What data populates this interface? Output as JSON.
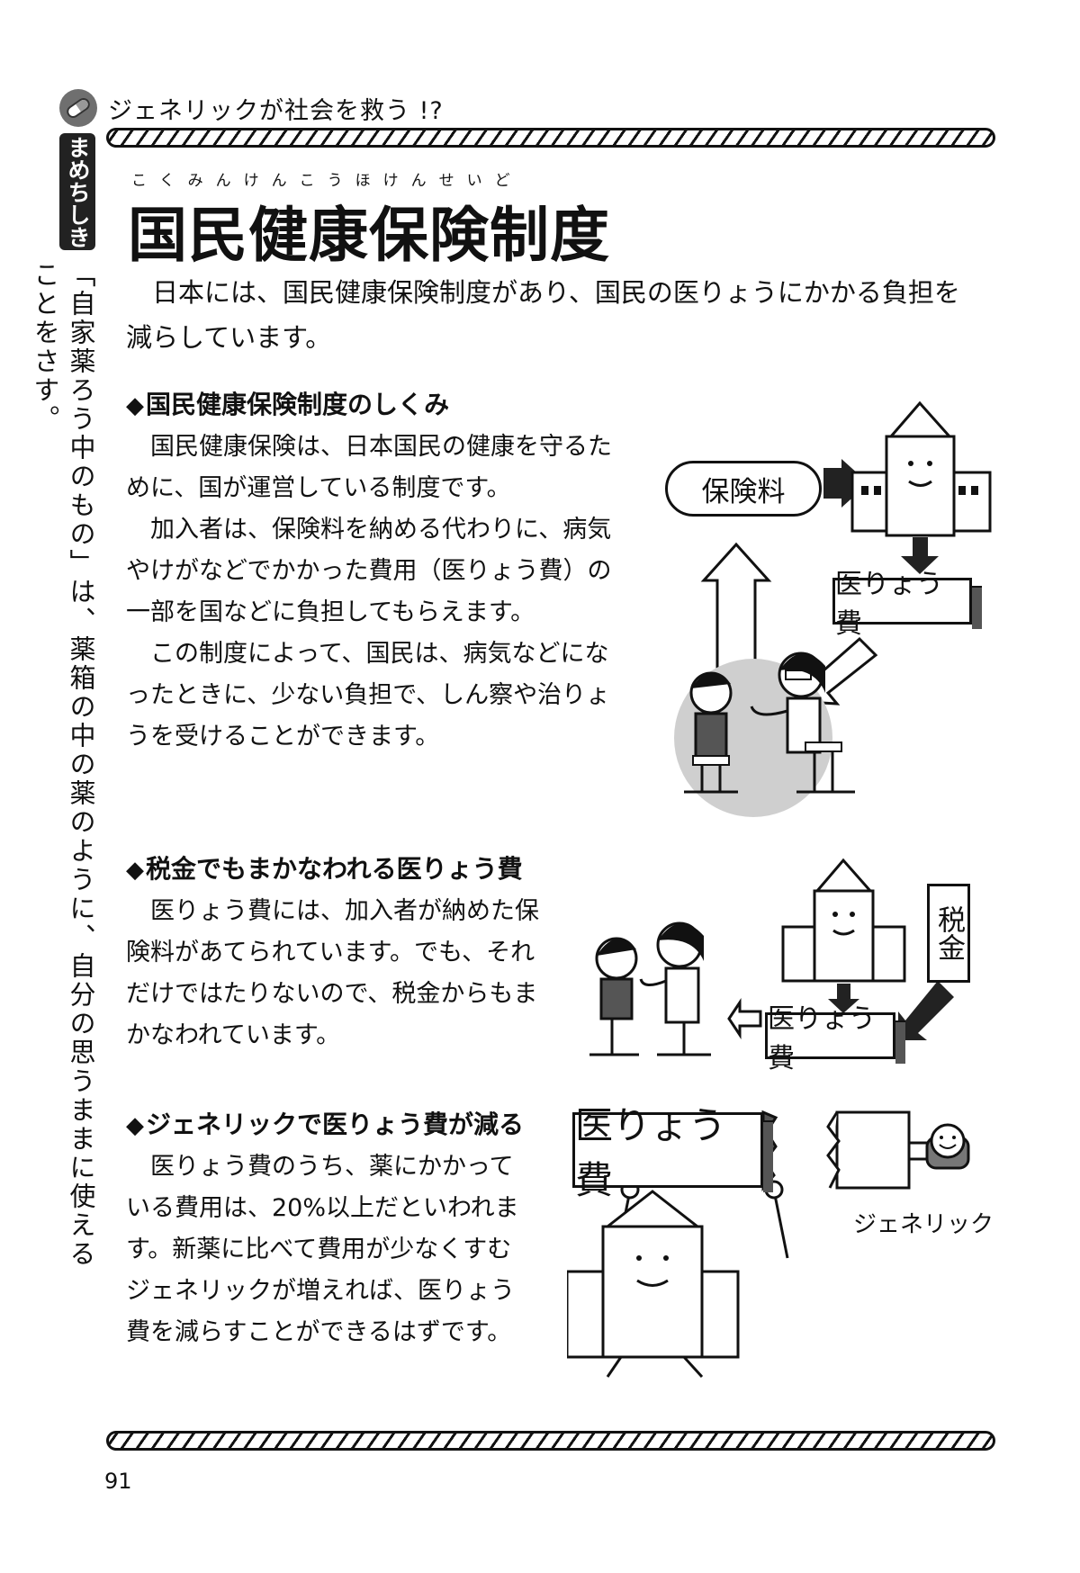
{
  "header": {
    "title": "ジェネリックが社会を救う !?"
  },
  "side": {
    "tag": "まめちしき",
    "note": "「自家薬ろう中のもの」は、薬箱の中の薬のように、自分の思うままに使えることをさす。"
  },
  "article": {
    "title_ruby": "こくみんけんこうほけんせいど",
    "title": "国民健康保険制度",
    "intro": "日本には、国民健康保険制度があり、国民の医りょうにかかる負担を減らしています。"
  },
  "sections": [
    {
      "heading": "国民健康保険制度のしくみ",
      "paragraphs": [
        "国民健康保険は、日本国民の健康を守るために、国が運営している制度です。",
        "加入者は、保険料を納める代わりに、病気やけがなどでかかった費用（医りょう費）の一部を国などに負担してもらえます。",
        "この制度によって、国民は、病気などになったときに、少ない負担で、しん察や治りょうを受けることができます。"
      ]
    },
    {
      "heading": "税金でもまかなわれる医りょう費",
      "paragraphs": [
        "医りょう費には、加入者が納めた保険料があてられています。でも、それだけではたりないので、税金からもまかなわれています。"
      ]
    },
    {
      "heading": "ジェネリックで医りょう費が減る",
      "paragraphs": [
        "医りょう費のうち、薬にかかっている費用は、20%以上だといわれます。新薬に比べて費用が少なくすむジェネリックが増えれば、医りょう費を減らすことができるはずです。"
      ]
    }
  ],
  "figures": {
    "fig1": {
      "premium": "保険料",
      "cost": "医りょう費"
    },
    "fig2": {
      "tax": "税金",
      "cost": "医りょう費"
    },
    "fig3": {
      "cost": "医りょう費",
      "generic": "ジェネリック"
    }
  },
  "page_number": "91"
}
